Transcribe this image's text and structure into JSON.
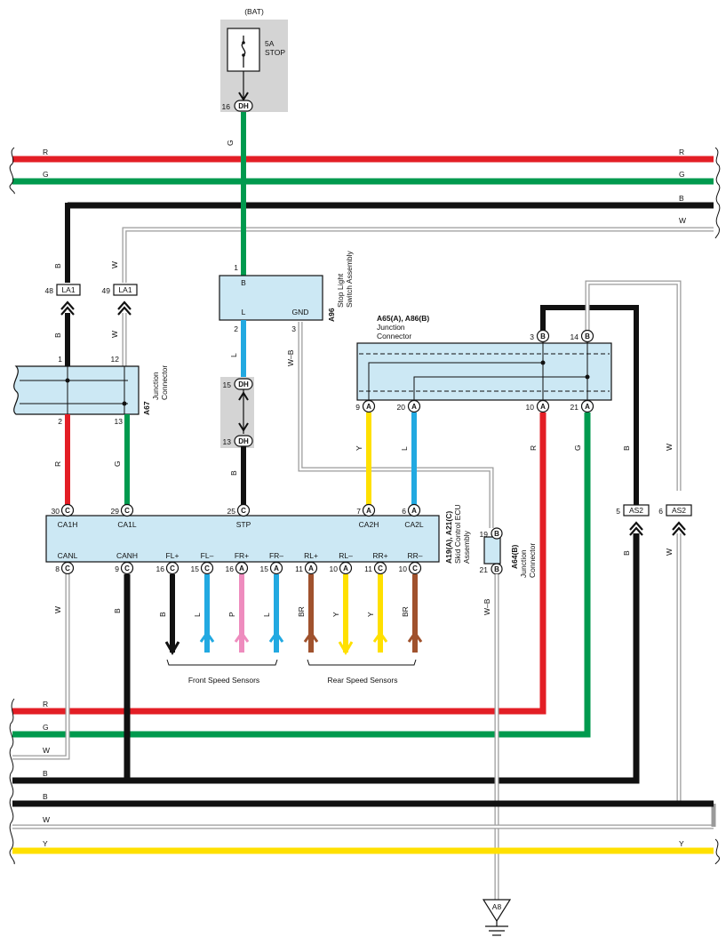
{
  "colors": {
    "red": "#e31e25",
    "green": "#009a4e",
    "black": "#111111",
    "white_wire": "#9a9a9a",
    "blue": "#22a9e1",
    "yellow": "#ffe000",
    "pink": "#ee8cbe",
    "brown": "#a0522d",
    "component_fill": "#cce8f4",
    "shade": "#d4d4d4"
  },
  "fuse": {
    "supply": "(BAT)",
    "rating": "5A",
    "name": "STOP",
    "pin": "16",
    "connector": "DH"
  },
  "bus": {
    "top": [
      {
        "color": "R",
        "left": "R",
        "right": "R"
      },
      {
        "color": "G",
        "left": "G",
        "right": "G"
      },
      {
        "color": "B",
        "left": "",
        "right": "B"
      },
      {
        "color": "W",
        "left": "",
        "right": "W"
      }
    ],
    "bottom": [
      {
        "color": "R",
        "left": "R",
        "right": ""
      },
      {
        "color": "G",
        "left": "G",
        "right": ""
      },
      {
        "color": "W",
        "left": "W",
        "right": ""
      },
      {
        "color": "B",
        "left": "B",
        "right": ""
      },
      {
        "color": "B",
        "left": "B",
        "right": ""
      },
      {
        "color": "W",
        "left": "W",
        "right": ""
      },
      {
        "color": "Y",
        "left": "Y",
        "right": "Y"
      }
    ]
  },
  "wire_codes": {
    "G": "G",
    "B": "B",
    "W": "W",
    "R": "R",
    "L": "L",
    "Y": "Y",
    "P": "P",
    "BR": "BR",
    "WB": "W–B"
  },
  "connectors": {
    "la1_b": {
      "pin": "48",
      "name": "LA1"
    },
    "la1_w": {
      "pin": "49",
      "name": "LA1"
    },
    "as2_b": {
      "pin": "5",
      "name": "AS2"
    },
    "as2_w": {
      "pin": "6",
      "name": "AS2"
    },
    "dh15": {
      "pin": "15",
      "name": "DH"
    },
    "dh13": {
      "pin": "13",
      "name": "DH"
    }
  },
  "a67": {
    "code": "A67",
    "name_line1": "Junction",
    "name_line2": "Connector",
    "pin_top_left": "1",
    "pin_top_right": "12",
    "pin_bottom_left": "2",
    "pin_bottom_right": "13"
  },
  "a96": {
    "code": "A96",
    "name_line1": "Stop Light",
    "name_line2": "Switch Assembly",
    "pin_in": "1",
    "pin_in_label": "B",
    "pin_l": "2",
    "pin_l_label": "L",
    "pin_gnd": "3",
    "pin_gnd_label": "GND"
  },
  "a65": {
    "code": "A65(A), A86(B)",
    "name_line1": "Junction",
    "name_line2": "Connector",
    "top_pins": [
      {
        "pin": "3",
        "letter": "B"
      },
      {
        "pin": "14",
        "letter": "B"
      }
    ],
    "bottom_pins": [
      {
        "pin": "9",
        "letter": "A"
      },
      {
        "pin": "20",
        "letter": "A"
      },
      {
        "pin": "10",
        "letter": "A"
      },
      {
        "pin": "21",
        "letter": "A"
      }
    ]
  },
  "ecu": {
    "code": "A19(A), A21(C)",
    "name_line1": "Skid Control ECU",
    "name_line2": "Assembly",
    "top_pins": [
      {
        "pin": "30",
        "letter": "C",
        "label": "CA1H"
      },
      {
        "pin": "29",
        "letter": "C",
        "label": "CA1L"
      },
      {
        "pin": "25",
        "letter": "C",
        "label": "STP"
      },
      {
        "pin": "7",
        "letter": "A",
        "label": "CA2H"
      },
      {
        "pin": "6",
        "letter": "A",
        "label": "CA2L"
      }
    ],
    "bottom_pins": [
      {
        "pin": "8",
        "letter": "C",
        "label": "CANL"
      },
      {
        "pin": "9",
        "letter": "C",
        "label": "CANH"
      },
      {
        "pin": "16",
        "letter": "C",
        "label": "FL+"
      },
      {
        "pin": "15",
        "letter": "C",
        "label": "FL–"
      },
      {
        "pin": "16",
        "letter": "A",
        "label": "FR+"
      },
      {
        "pin": "15",
        "letter": "A",
        "label": "FR–"
      },
      {
        "pin": "11",
        "letter": "A",
        "label": "RL+"
      },
      {
        "pin": "10",
        "letter": "A",
        "label": "RL–"
      },
      {
        "pin": "11",
        "letter": "C",
        "label": "RR+"
      },
      {
        "pin": "10",
        "letter": "C",
        "label": "RR–"
      }
    ]
  },
  "sensors": {
    "wires": [
      "B",
      "L",
      "P",
      "L",
      "BR",
      "Y",
      "Y",
      "BR"
    ],
    "front_label": "Front Speed Sensors",
    "rear_label": "Rear Speed Sensors"
  },
  "a64": {
    "code": "A64(B)",
    "name_line1": "Junction",
    "name_line2": "Connector",
    "pin_top": "19",
    "pin_bottom": "21",
    "letter": "B"
  },
  "ground": {
    "label": "A8"
  }
}
